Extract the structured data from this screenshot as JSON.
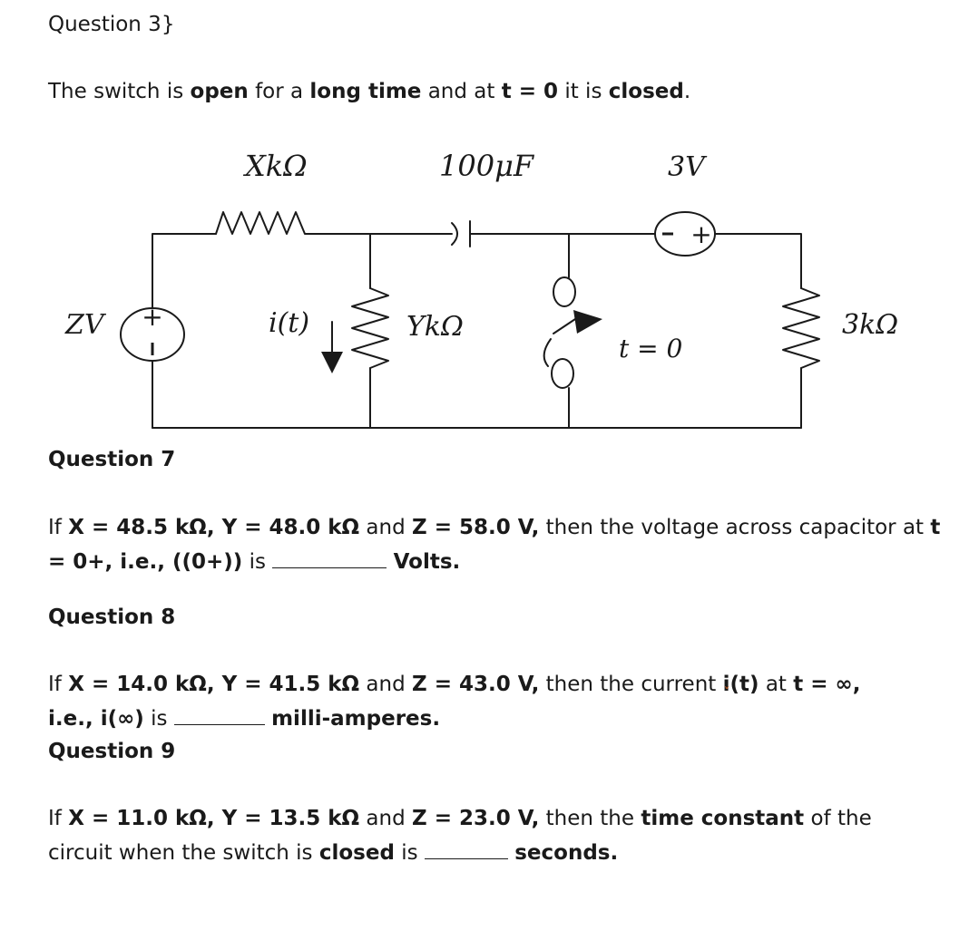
{
  "header": {
    "title": "Question  3}"
  },
  "intro": {
    "p1": "The switch is ",
    "b1": "open",
    "p2": " for a ",
    "b2": "long time",
    "p3": " and at ",
    "b3": "t = 0",
    "p4": " it is ",
    "b4": "closed",
    "p5": "."
  },
  "circuit": {
    "labels": {
      "resistor_x": "XkΩ",
      "capacitor": "100μF",
      "source_3v": "3V",
      "source_z": "ZV",
      "current": "i(t)",
      "resistor_y": "YkΩ",
      "switch_time": "t = 0",
      "resistor_3k": "3kΩ",
      "plus": "+",
      "minus": "-"
    }
  },
  "q7": {
    "heading": "Question 7",
    "s1": "If ",
    "s2": "X = 48.5 kΩ, Y = 48.0 kΩ",
    "s3": " and ",
    "s4": "Z = 58.0 V,",
    "s5": " then the voltage across capacitor at ",
    "s6": "t",
    "s7": "= 0+, i.e., ((0+))",
    "s8": " is ",
    "s9": "Volts."
  },
  "q8": {
    "heading": "Question 8",
    "s1": "If ",
    "s2": "X = 14.0 kΩ, Y = 41.5 kΩ",
    "s3": " and ",
    "s4": "Z = 43.0 V,",
    "s5": " then the current ",
    "s6": "i(t)",
    "s7": " at ",
    "s8": "t = ∞,",
    "s9": "i.e.,  i(∞)",
    "s10": " is ",
    "s11": "milli-amperes."
  },
  "q9": {
    "heading": "Question 9",
    "s1": "If ",
    "s2": "X = 11.0 kΩ, Y = 13.5 kΩ",
    "s3": " and ",
    "s4": "Z = 23.0 V,",
    "s5": " then the ",
    "s6": "time constant",
    "s7": " of the",
    "s8": "circuit when the switch is ",
    "s9": "closed",
    "s10": " is ",
    "s11": "seconds."
  }
}
